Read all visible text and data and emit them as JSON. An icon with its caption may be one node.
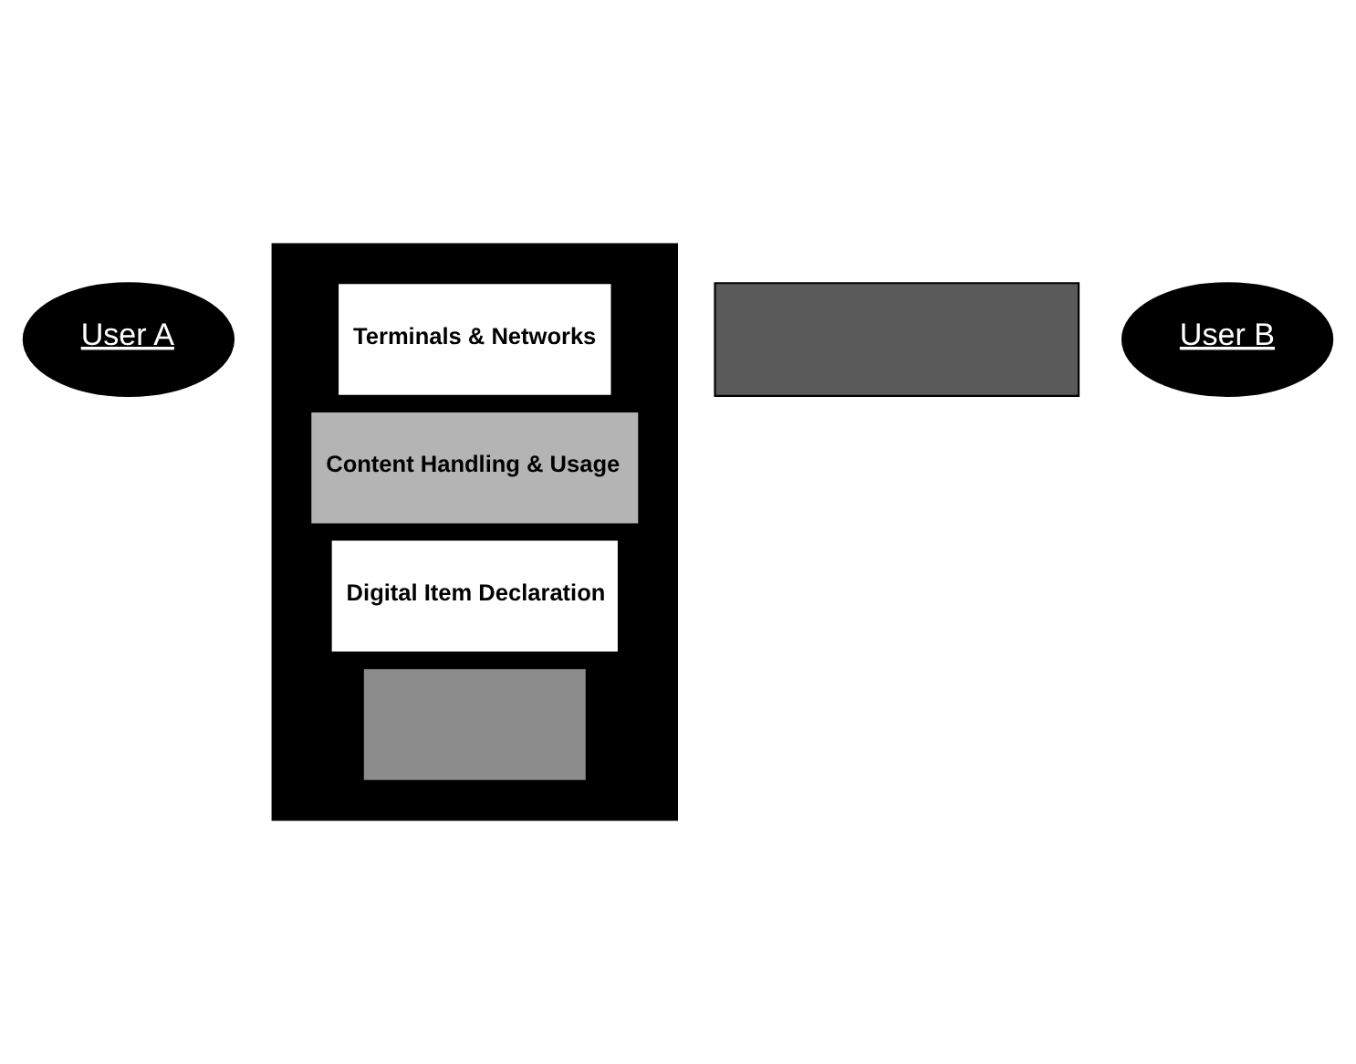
{
  "diagram": {
    "nodes": [
      {
        "text": [],
        "shape": "box"
      },
      {
        "text": [
          "Terminals & Networks"
        ],
        "in": 0
      },
      {
        "text": [
          "Content Handling & Usage"
        ],
        "in": 0
      },
      {
        "text": [
          "Digital Item Declaration"
        ],
        "in": 0
      },
      {
        "text": [],
        "shape": "box"
      },
      {
        "text": [],
        "shape": "box",
        "in": 0
      },
      {
        "text": [
          "User A"
        ]
      },
      {
        "text": [
          "User B"
        ]
      }
    ]
  }
}
